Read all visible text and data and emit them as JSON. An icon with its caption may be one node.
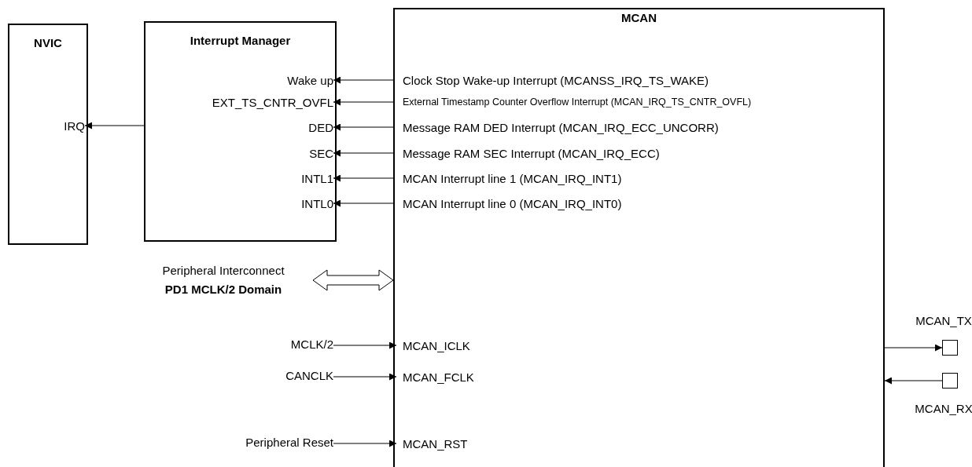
{
  "diagram": {
    "nodes": [
      {
        "text": [
          "NVIC"
        ]
      },
      {
        "text": [
          "IRQ"
        ],
        "in": 0
      },
      {
        "text": [
          "Interrupt Manager"
        ]
      },
      {
        "text": [
          "Wake up"
        ],
        "in": 2
      },
      {
        "text": [
          "EXT_TS_CNTR_OVFL"
        ],
        "in": 2
      },
      {
        "text": [
          "DED"
        ],
        "in": 2
      },
      {
        "text": [
          "SEC"
        ],
        "in": 2
      },
      {
        "text": [
          "INTL1"
        ],
        "in": 2
      },
      {
        "text": [
          "INTL0"
        ],
        "in": 2
      },
      {
        "text": [
          "MCAN"
        ]
      },
      {
        "text": [
          "Clock Stop Wake-up Interrupt (MCANSS_IRQ_TS_WAKE)"
        ],
        "in": 9
      },
      {
        "text": [
          "External Timestamp Counter Overflow Interrupt (MCAN_IRQ_TS_CNTR_OVFL)"
        ],
        "in": 9
      },
      {
        "text": [
          "Message RAM DED Interrupt (MCAN_IRQ_ECC_UNCORR)"
        ],
        "in": 9
      },
      {
        "text": [
          "Message RAM SEC Interrupt (MCAN_IRQ_ECC)"
        ],
        "in": 9
      },
      {
        "text": [
          "MCAN Interrupt line 1 (MCAN_IRQ_INT1)"
        ],
        "in": 9
      },
      {
        "text": [
          "MCAN Interrupt line 0 (MCAN_IRQ_INT0)"
        ],
        "in": 9
      },
      {
        "text": [
          "Peripheral Interconnect",
          "PD1 MCLK/2 Domain"
        ]
      },
      {
        "text": [
          "MCLK/2"
        ]
      },
      {
        "text": [
          "MCAN_ICLK"
        ],
        "in": 9
      },
      {
        "text": [
          "CANCLK"
        ]
      },
      {
        "text": [
          "MCAN_FCLK"
        ],
        "in": 9
      },
      {
        "text": [
          "Peripheral Reset"
        ]
      },
      {
        "text": [
          "MCAN_RST"
        ],
        "in": 9
      },
      {
        "text": [],
        "shape": "box",
        "beside": [
          "MCAN_TX"
        ]
      },
      {
        "text": [],
        "shape": "box",
        "beside": [
          "MCAN_RX"
        ]
      }
    ],
    "edges": [
      {
        "from": 2,
        "to": 1,
        "arrow": "to"
      },
      {
        "from": 9,
        "to": 3,
        "arrow": "to"
      },
      {
        "from": 9,
        "to": 4,
        "arrow": "to"
      },
      {
        "from": 9,
        "to": 5,
        "arrow": "to"
      },
      {
        "from": 9,
        "to": 6,
        "arrow": "to"
      },
      {
        "from": 9,
        "to": 7,
        "arrow": "to"
      },
      {
        "from": 9,
        "to": 8,
        "arrow": "to"
      },
      {
        "from": 16,
        "to": 9,
        "arrow": "both",
        "style": "thick"
      },
      {
        "from": 17,
        "to": 18,
        "arrow": "to"
      },
      {
        "from": 19,
        "to": 20,
        "arrow": "to"
      },
      {
        "from": 21,
        "to": 22,
        "arrow": "to"
      },
      {
        "from": 9,
        "to": 23,
        "arrow": "to"
      },
      {
        "from": 24,
        "to": 9,
        "arrow": "to"
      }
    ]
  }
}
